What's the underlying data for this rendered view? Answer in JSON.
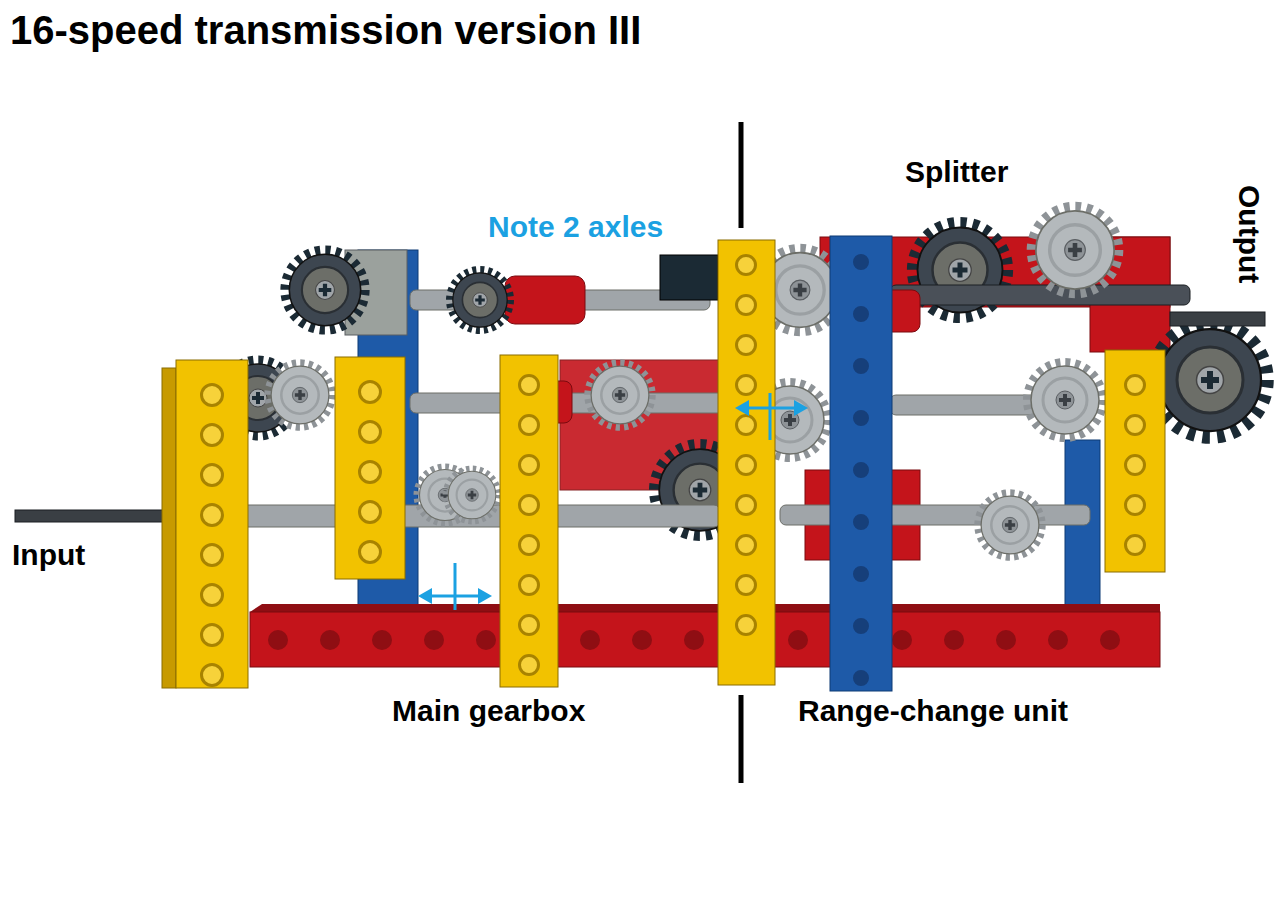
{
  "diagram": {
    "title": "16-speed transmission version III",
    "labels": [
      "Splitter",
      "Output",
      "Note 2 axles",
      "Input",
      "Main gearbox",
      "Range-change unit"
    ]
  }
}
